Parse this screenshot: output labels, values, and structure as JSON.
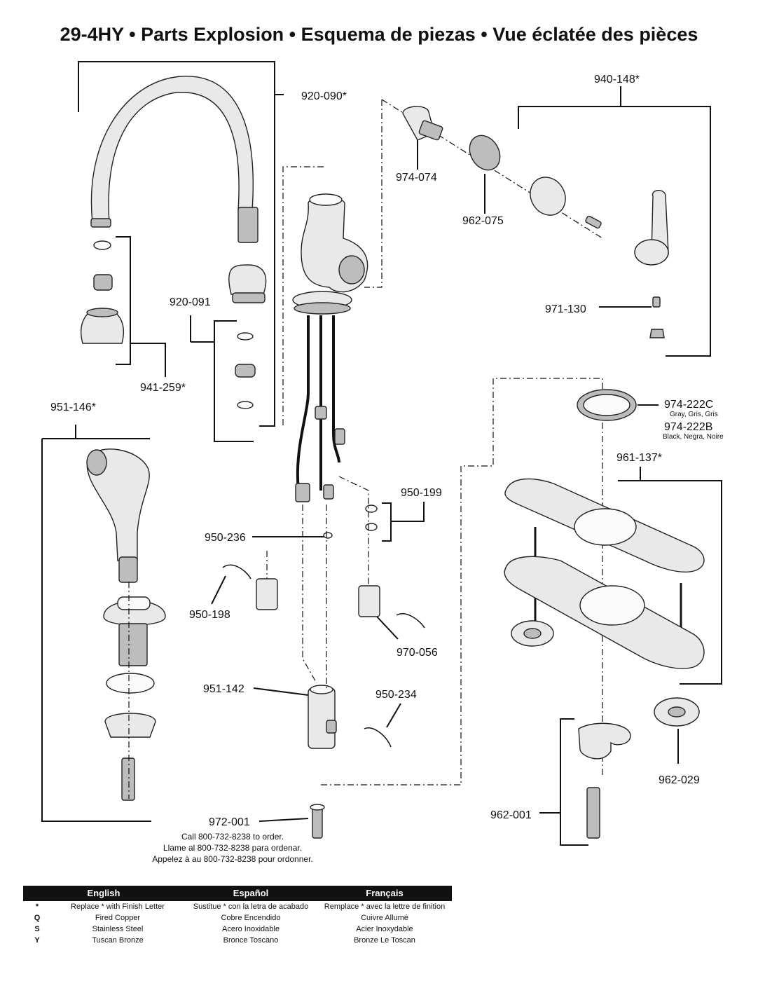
{
  "title": "29-4HY  •  Parts Explosion  •  Esquema de piezas  •  Vue éclatée des pièces",
  "labels": {
    "p920_090": "920-090*",
    "p940_148": "940-148*",
    "p974_074": "974-074",
    "p962_075": "962-075",
    "p920_091": "920-091",
    "p971_130": "971-130",
    "p941_259": "941-259*",
    "p951_146": "951-146*",
    "p974_222c": "974-222C",
    "p974_222c_sub": "Gray, Gris, Gris",
    "p974_222b": "974-222B",
    "p974_222b_sub": "Black, Negra, Noire",
    "p961_137": "961-137*",
    "p950_199": "950-199",
    "p950_236": "950-236",
    "p950_198": "950-198",
    "p970_056": "970-056",
    "p951_142": "951-142",
    "p950_234": "950-234",
    "p962_029": "962-029",
    "p962_001": "962-001",
    "p972_001": "972-001"
  },
  "order": {
    "line1": "Call 800-732-8238 to order.",
    "line2": "Llame al 800-732-8238 para ordenar.",
    "line3": "Appelez à au 800-732-8238 pour ordonner."
  },
  "legend": {
    "headers": [
      "English",
      "Español",
      "Français"
    ],
    "rows": [
      {
        "code": "*",
        "en": "Replace * with Finish Letter",
        "es": "Sustitue * con la letra de acabado",
        "fr": "Remplace * avec la lettre de finition"
      },
      {
        "code": "Q",
        "en": "Fired Copper",
        "es": "Cobre Encendido",
        "fr": "Cuivre Allumé"
      },
      {
        "code": "S",
        "en": "Stainless Steel",
        "es": "Acero Inoxidable",
        "fr": "Acier Inoxydable"
      },
      {
        "code": "Y",
        "en": "Tuscan Bronze",
        "es": "Bronce Toscano",
        "fr": "Bronze Le Toscan"
      }
    ]
  }
}
